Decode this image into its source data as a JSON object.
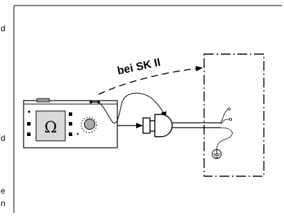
{
  "meter": {
    "display_symbol": "Ω"
  },
  "diagram": {
    "annotation": "bei SK II"
  },
  "edge_text": [
    {
      "text": "d"
    },
    {
      "text": "d"
    },
    {
      "text": "e"
    },
    {
      "text": "n"
    }
  ],
  "colors": {
    "ink": "#000000",
    "meter_display": "#d8d8d8",
    "knob": "#aaaaaa",
    "background": "#ffffff"
  },
  "icons": [
    "meter-device",
    "rotary-knob",
    "mains-plug",
    "protective-earth-symbol",
    "dashed-arrow"
  ]
}
